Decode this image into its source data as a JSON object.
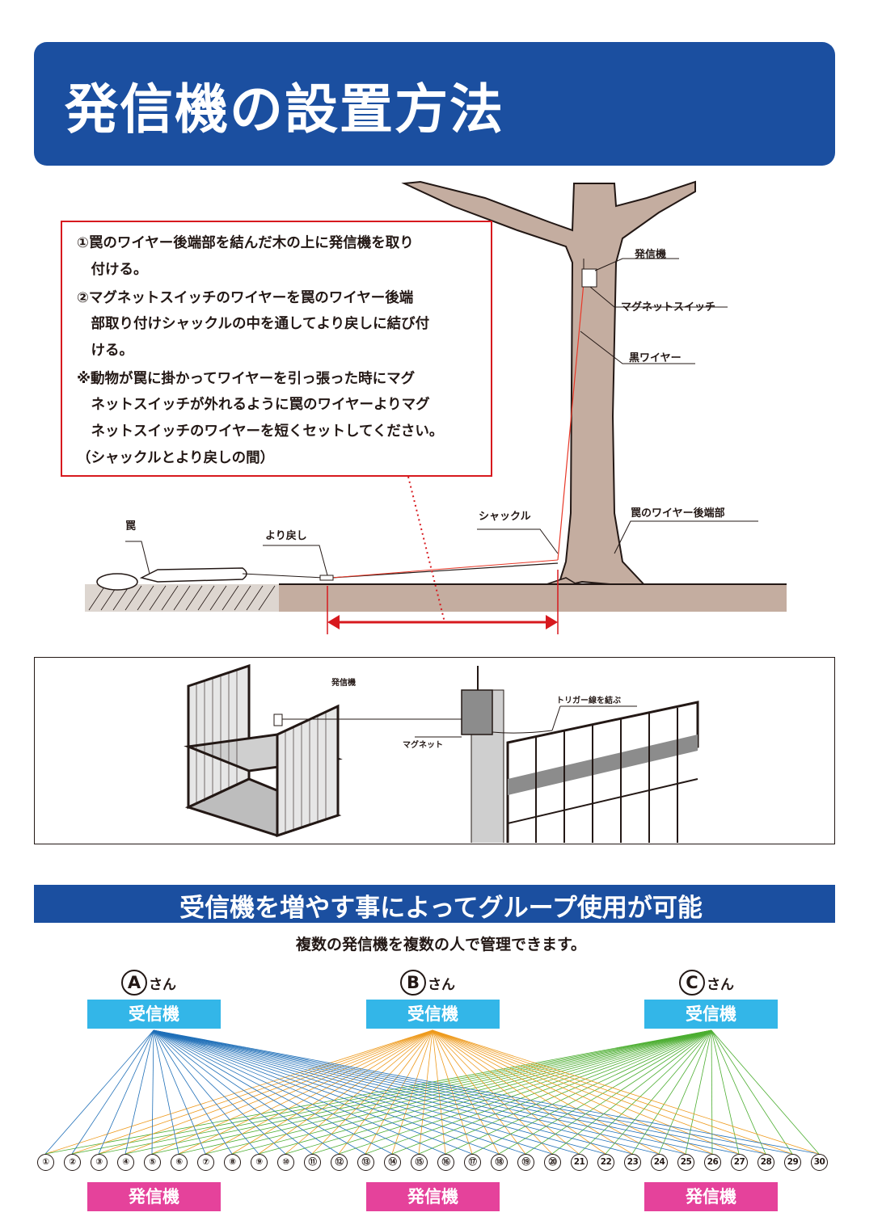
{
  "title": "発信機の設置方法",
  "note": {
    "lines": [
      "①罠のワイヤー後端部を結んだ木の上に発信機を取り",
      "　付ける。",
      "②マグネットスイッチのワイヤーを罠のワイヤー後端",
      "　部取り付けシャックルの中を通してより戻しに結び付",
      "　ける。",
      "※動物が罠に掛かってワイヤーを引っ張った時にマグ",
      "　ネットスイッチが外れるように罠のワイヤーよりマグ",
      "　ネットスイッチのワイヤーを短くセットしてください。",
      "（シャックルとより戻しの間）"
    ]
  },
  "scene_labels": {
    "transmitter": "発信機",
    "magnet_switch": "マグネットスイッチ",
    "black_wire": "黒ワイヤー",
    "trap_wire_end": "罠のワイヤー後端部",
    "shackle": "シャックル",
    "swivel": "より戻し",
    "trap": "罠"
  },
  "illus_labels": {
    "transmitter": "発信機",
    "magnet": "マグネット",
    "trigger": "トリガー線を結ぶ"
  },
  "group": {
    "title": "受信機を増やす事によってグループ使用が可能",
    "subtitle": "複数の発信機を複数の人で管理できます。",
    "people": [
      {
        "letter": "A",
        "suffix": "さん",
        "receiver": "受信機",
        "transmitter": "発信機",
        "color": "#1f6fb8"
      },
      {
        "letter": "B",
        "suffix": "さん",
        "receiver": "受信機",
        "transmitter": "発信機",
        "color": "#ee9a1c"
      },
      {
        "letter": "C",
        "suffix": "さん",
        "receiver": "受信機",
        "transmitter": "発信機",
        "color": "#4cae31"
      }
    ],
    "numbers": [
      "①",
      "②",
      "③",
      "④",
      "⑤",
      "⑥",
      "⑦",
      "⑧",
      "⑨",
      "⑩",
      "⑪",
      "⑫",
      "⑬",
      "⑭",
      "⑮",
      "⑯",
      "⑰",
      "⑱",
      "⑲",
      "⑳",
      "21",
      "22",
      "23",
      "24",
      "25",
      "26",
      "27",
      "28",
      "29",
      "30"
    ]
  }
}
